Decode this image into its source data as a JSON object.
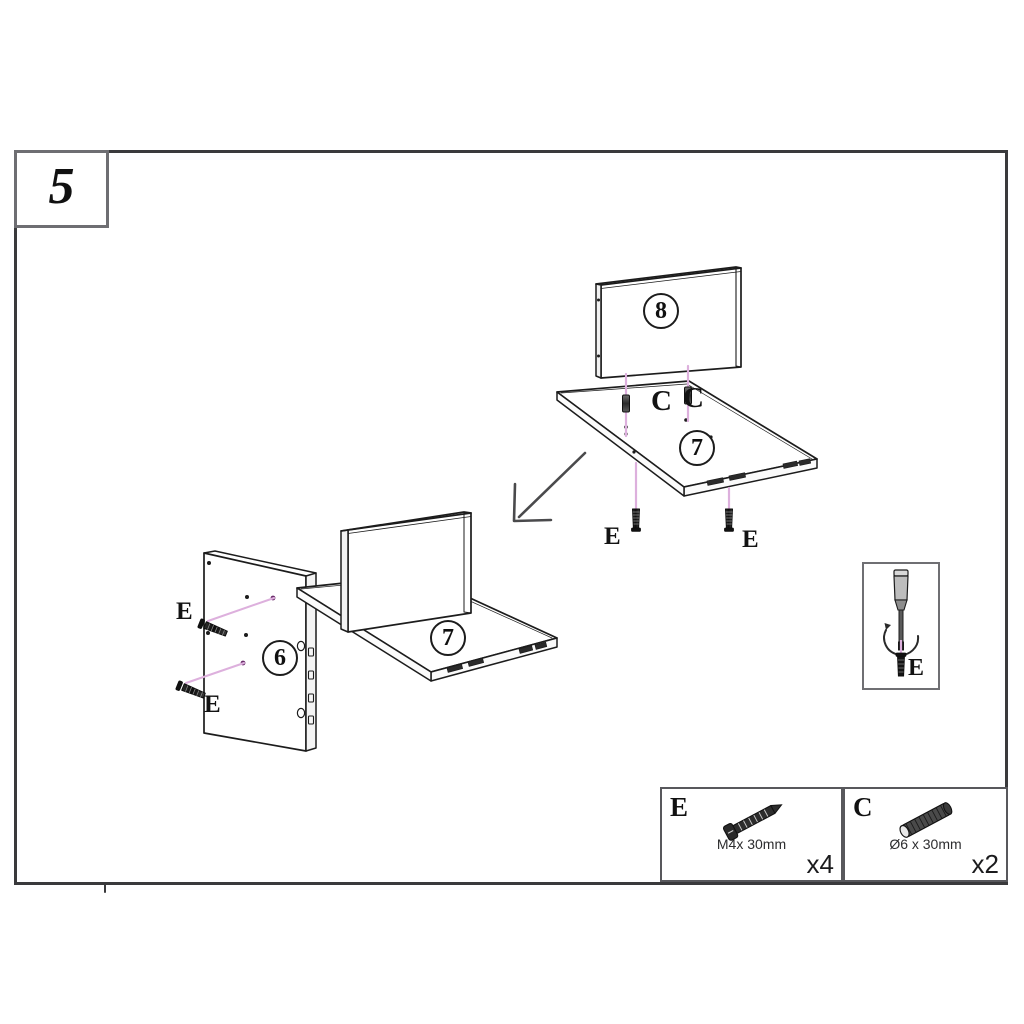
{
  "document": {
    "type": "furniture-assembly-instruction",
    "step_number": "5"
  },
  "parts": {
    "panel_upper_back": "8",
    "panel_upper_shelf": "7",
    "panel_lower_side": "6",
    "panel_lower_shelf": "7"
  },
  "upper_assembly": {
    "panel_back_label": "8",
    "panel_shelf_label": "7",
    "dowel_label_left": "C",
    "dowel_label_right": "C",
    "screw_label_left": "E",
    "screw_label_right": "E"
  },
  "lower_assembly": {
    "panel_side_label": "6",
    "panel_shelf_label": "7",
    "screw_label_top": "E",
    "screw_label_bottom": "E"
  },
  "detail_callout": {
    "tool": "screwdriver-icon",
    "fastener_label": "E",
    "rotation": "tighten-clockwise-arrow"
  },
  "legend": {
    "items": [
      {
        "letter": "E",
        "icon": "screw-icon",
        "spec": "M4x  30mm",
        "quantity": "x4"
      },
      {
        "letter": "C",
        "icon": "dowel-icon",
        "spec": "Ø6 x  30mm",
        "quantity": "x2"
      }
    ]
  },
  "colors": {
    "frame": "#3a3a3c",
    "line": "#1c1c1c",
    "guide": "#ddb0dd",
    "fastener": "#141414",
    "paper": "#ffffff"
  }
}
